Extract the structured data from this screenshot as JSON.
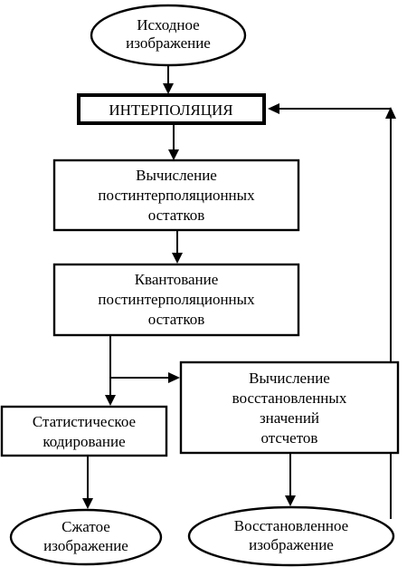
{
  "nodes": {
    "source_image": {
      "lines": [
        "Исходное",
        "изображение"
      ]
    },
    "interpolation": {
      "lines": [
        "ИНТЕРПОЛЯЦИЯ"
      ]
    },
    "compute_residuals": {
      "lines": [
        "Вычисление",
        "постинтерполяционных",
        "остатков"
      ]
    },
    "quantize_residuals": {
      "lines": [
        "Квантование",
        "постинтерполяционных",
        "остатков"
      ]
    },
    "compute_restored": {
      "lines": [
        "Вычисление",
        "восстановленных",
        "значений",
        "отсчетов"
      ]
    },
    "statistical_coding": {
      "lines": [
        "Статистическое",
        "кодирование"
      ]
    },
    "compressed_image": {
      "lines": [
        "Сжатое",
        "изображение"
      ]
    },
    "restored_image": {
      "lines": [
        "Восстановленное",
        "изображение"
      ]
    }
  }
}
